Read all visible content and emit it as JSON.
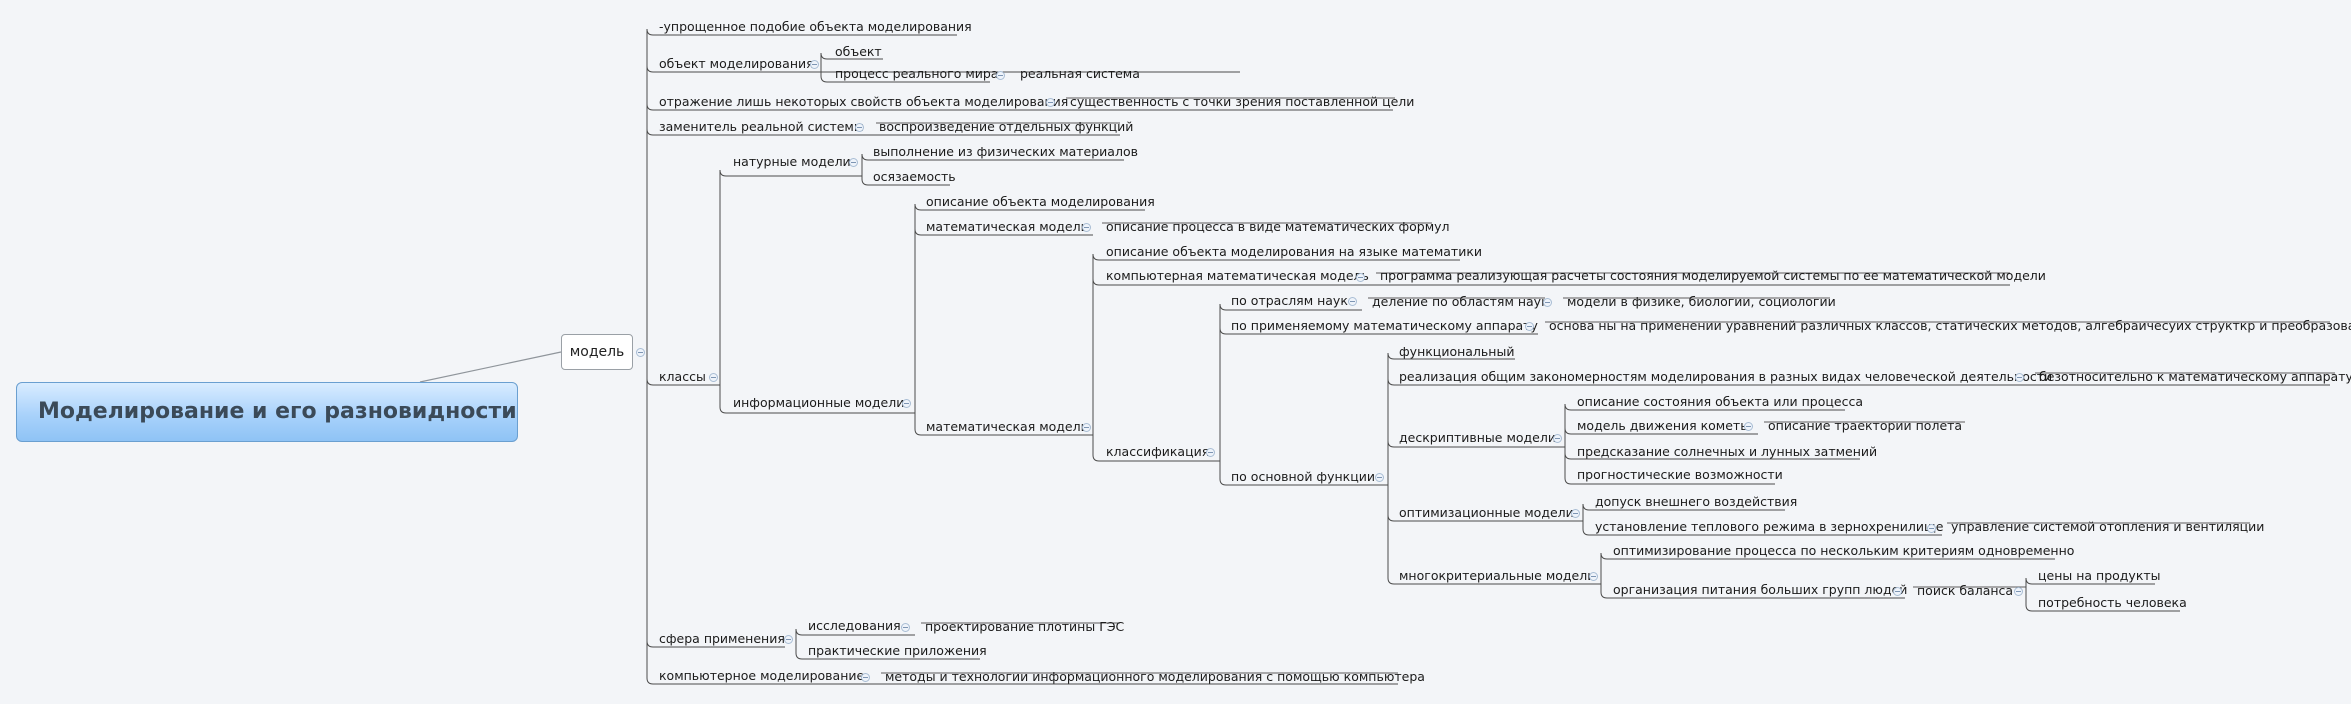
{
  "central": "Моделирование и его разновидности",
  "main": "модель",
  "nodes": {
    "n0": "-упрощенное подобие объекта моделирования",
    "n1": "объект моделирования",
    "n1a": "объект",
    "n1b": "процесс реального мира",
    "n1b1": "реальная система",
    "n2": "отражение лишь некоторых свойств объекта моделирования",
    "n2a": "существенность с точки зрения поставленной цели",
    "n3": "заменитель реальной системы",
    "n3a": "воспроизведение отдельных функций",
    "n4": "классы",
    "n4a": "натурные модели",
    "n4a1": "выполнение из физических материалов",
    "n4a2": "осязаемость",
    "n4b": "информационные модели",
    "n4b1": "описание объекта моделирования",
    "n4b2": "математическая модель",
    "n4b2a": "описание процесса в виде математических формул",
    "n4b3": "математическая модель",
    "n4b3a": "описание объекта моделирования на языке математики",
    "n4b3b": "компьютерная математическая модель",
    "n4b3b1": "программа реализующая расчеты состояния моделируемой системы по ее математической модели",
    "n4b3c": "классификация",
    "c1": "по отраслям наук",
    "c1a": "деление по областям наук",
    "c1a1": "модели в физике,  биологии, социологии",
    "c2": "по применяемому математическому аппарату",
    "c2a": "основа ны на применении уравнений различных классов, статических методов, алгебраичесуих структкр и преобразований",
    "c3": "по основной функции",
    "f1": "функциональный",
    "f2": "реализация общим закономерностям моделирования в разных видах человеческой деятельности",
    "f2a": "безотносительно к математическому аппарату",
    "f3": "дескриптивные модели",
    "f3a": "описание состояния объекта или процесса",
    "f3b": "модель движения кометы",
    "f3b1": "описание траектории полета",
    "f3c": "предсказание солнечных и лунных затмений",
    "f3d": "прогностические возможности",
    "f4": "оптимизационные модели",
    "f4a": "допуск внешнего воздействия",
    "f4b": "установление теплового режима в зернохренилище",
    "f4b1": "управление системой отопления и вентиляции",
    "f5": "многокритериальные модели",
    "f5a": "оптимизирование процесса по нескольким критериям одновременно",
    "f5b": "организация питания больших групп людей",
    "f5b1": "поиск баланса",
    "f5b1a": "цены на продукты",
    "f5b1b": "потребность человека",
    "n5": "сфера применения",
    "n5a": "исследования",
    "n5a1": "проектирование плотины ГЭС",
    "n5b": "практические приложения",
    "n6": "компьютерное моделирование",
    "n6a": "методы и технологии информационного моделирования с помощью компьютера"
  },
  "colors": {
    "background": "#f3f5f8",
    "line": "#4b4b4b",
    "central_fill": "#a9d2fb",
    "central_text": "#3b4a58"
  }
}
